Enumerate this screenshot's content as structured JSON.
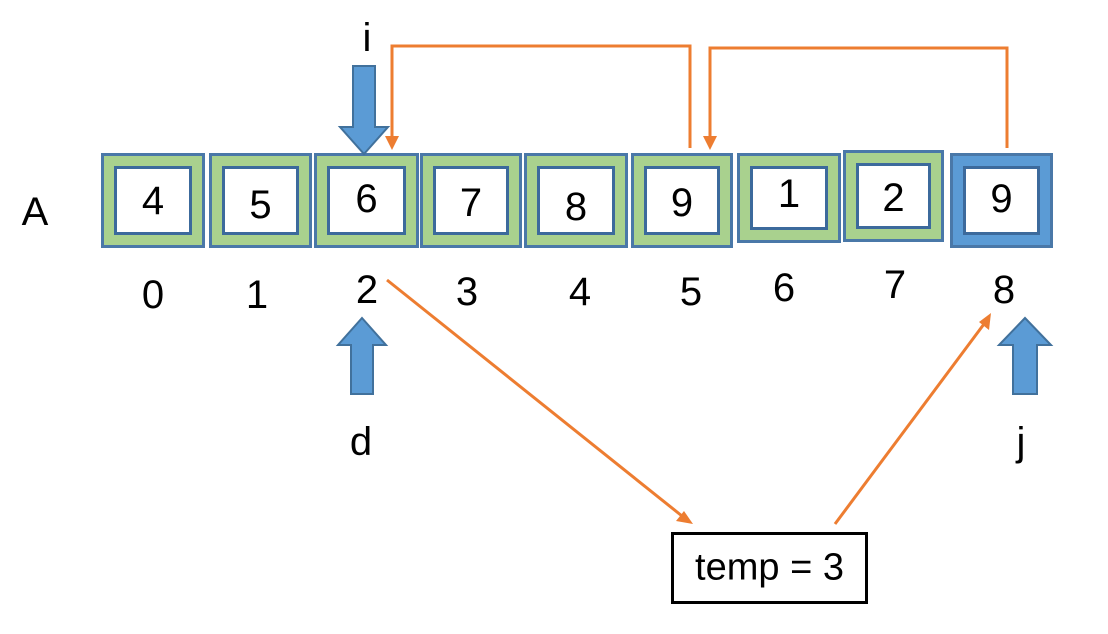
{
  "array": {
    "name": "A",
    "cells": [
      {
        "value": "4",
        "fill": "green"
      },
      {
        "value": "5",
        "fill": "green"
      },
      {
        "value": "6",
        "fill": "green"
      },
      {
        "value": "7",
        "fill": "green"
      },
      {
        "value": "8",
        "fill": "green"
      },
      {
        "value": "9",
        "fill": "green"
      },
      {
        "value": "1",
        "fill": "green"
      },
      {
        "value": "2",
        "fill": "green"
      },
      {
        "value": "9",
        "fill": "blue"
      }
    ],
    "indices": [
      "0",
      "1",
      "2",
      "3",
      "4",
      "5",
      "6",
      "7",
      "8"
    ]
  },
  "pointers": {
    "i": "i",
    "d": "d",
    "j": "j"
  },
  "temp": "temp = 3",
  "colors": {
    "cell_green": "#a9d18e",
    "cell_blue": "#5b9bd5",
    "cell_border": "#4a78a8",
    "pointer_arrow": "#5b9bd5",
    "shift_arrow": "#ed7d31"
  }
}
